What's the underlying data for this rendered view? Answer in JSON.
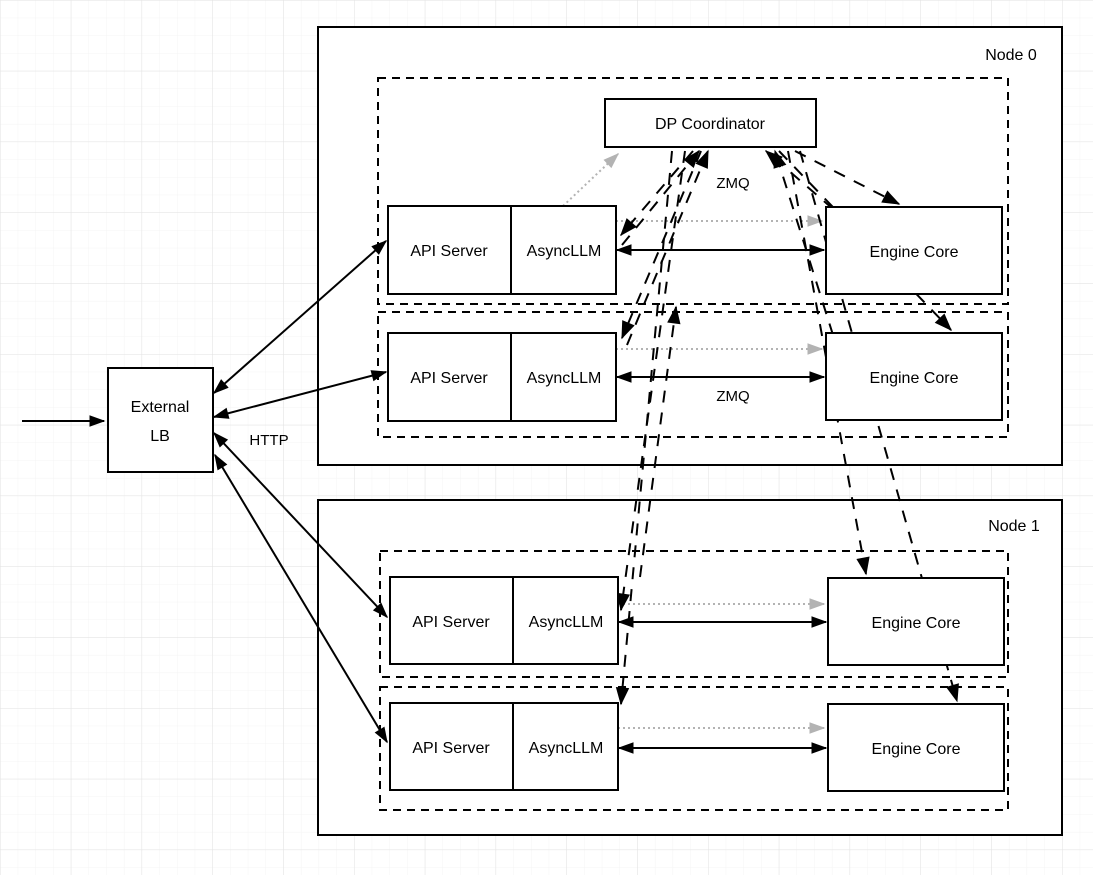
{
  "lb": {
    "line1": "External",
    "line2": "LB"
  },
  "http": "HTTP",
  "nodes": {
    "node0": "Node 0",
    "node1": "Node 1"
  },
  "dp": "DP Coordinator",
  "zmq": {
    "row0": "ZMQ",
    "row1": "ZMQ"
  },
  "ranks": [
    {
      "api": "API Server",
      "async": "AsyncLLM",
      "engine": "Engine Core"
    },
    {
      "api": "API Server",
      "async": "AsyncLLM",
      "engine": "Engine Core"
    },
    {
      "api": "API Server",
      "async": "AsyncLLM",
      "engine": "Engine Core"
    },
    {
      "api": "API Server",
      "async": "AsyncLLM",
      "engine": "Engine Core"
    }
  ],
  "colors": {
    "stroke": "#000000",
    "box_fill": "#ffffff",
    "gray_link": "#b3b3b3",
    "grid_minor": "#f4f4f4",
    "grid_major": "#e2e2e2",
    "background": "#ffffff"
  }
}
